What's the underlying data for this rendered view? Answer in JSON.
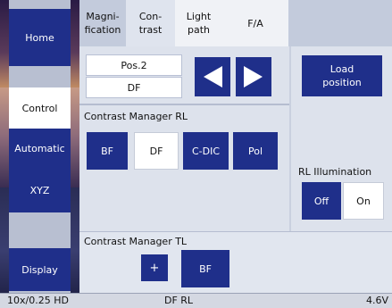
{
  "nav": {
    "home": "Home",
    "control": "Control",
    "automatic": "Automatic",
    "xyz": "XYZ",
    "display": "Display"
  },
  "tabs": {
    "magnification": "Magni-\nfication",
    "contrast": "Con-\ntrast",
    "light_path": "Light\npath",
    "fa": "F/A"
  },
  "position": {
    "name": "Pos.2",
    "mode": "DF",
    "load_label": "Load\nposition"
  },
  "contrast_rl": {
    "title": "Contrast Manager RL",
    "buttons": [
      "BF",
      "DF",
      "C-DIC",
      "Pol"
    ],
    "selected": "DF"
  },
  "rl_illumination": {
    "title": "RL Illumination",
    "off": "Off",
    "on": "On",
    "selected": "On"
  },
  "contrast_tl": {
    "title": "Contrast Manager TL",
    "plus": "+",
    "bf": "BF"
  },
  "status_bar": {
    "objective": "10x/0.25 HD",
    "mode": "DF RL",
    "value": "4.6V"
  },
  "colors": {
    "primary_blue": "#1f2f8a",
    "panel": "#dde2ec"
  }
}
